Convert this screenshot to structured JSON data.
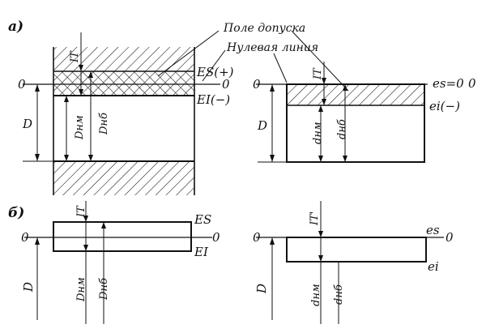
{
  "panels": {
    "a": "а)",
    "b": "б)"
  },
  "callouts": {
    "tolerance_field": "Поле допуска",
    "zero_line": "Нулевая линия"
  },
  "labels": {
    "zero": "0",
    "it": "IT",
    "it_prime": "IT'",
    "D": "D",
    "D_min": "Dнм",
    "D_max": "Dнб",
    "d_min": "dнм",
    "d_max": "dнб",
    "ES_plus": "ES(+)",
    "EI_minus": "EI(−)",
    "es_zero": "es=0",
    "ei_minus": "ei(−)",
    "ES": "ES",
    "EI": "EI",
    "es": "es",
    "ei": "ei"
  }
}
